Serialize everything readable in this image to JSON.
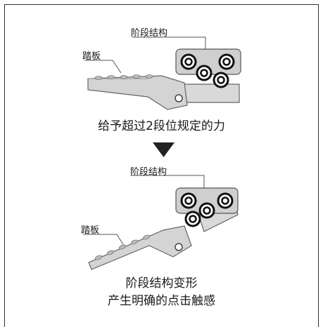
{
  "top": {
    "label_mechanism": "阶段结构",
    "label_pedal": "踏板",
    "caption": "给予超过2段位规定的力"
  },
  "bottom": {
    "label_mechanism": "阶段结构",
    "label_pedal": "踏板",
    "caption_line1": "阶段结构变形",
    "caption_line2": "产生明确的点击触感"
  }
}
